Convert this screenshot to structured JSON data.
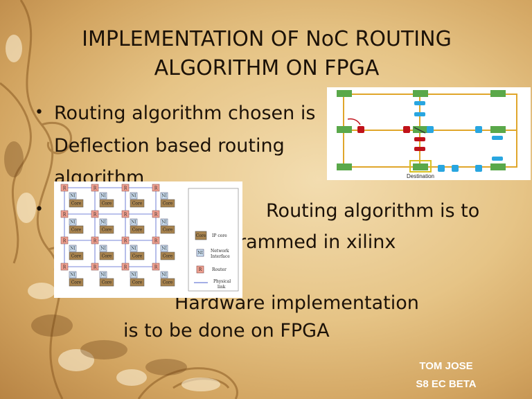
{
  "slide": {
    "title_line1": "IMPLEMENTATION OF NoC ROUTING",
    "title_line2": "ALGORITHM ON FPGA",
    "bullet_symbol": "•",
    "bullet1_line1": "Routing algorithm chosen is",
    "bullet1_line2": "Deflection based routing",
    "bullet1_line3": "algorithm",
    "bullet2_line1": "Routing algorithm is to",
    "bullet2_line2": "rammed in xilinx",
    "bullet3_line1": "Hardware implementation",
    "bullet3_line2": "is to be done on FPGA",
    "author_name": "TOM JOSE",
    "author_class": "S8 EC BETA"
  },
  "figure_network": {
    "destination_label": "Destination"
  },
  "figure_grid": {
    "router_label": "R",
    "ni_label": "NI",
    "core_label": "Core",
    "legend": {
      "ip_core": "IP core",
      "network_interface_line1": "Network",
      "network_interface_line2": "Interface",
      "router": "Router",
      "physical_link_line1": "Physical",
      "physical_link_line2": "link"
    }
  },
  "colors": {
    "text": "#1c1208",
    "router_green": "#5aa84a",
    "buffer_blue": "#29a6e0",
    "deflect_red": "#c0121a",
    "core_fill": "#a8834e",
    "router_fill": "#f0a090",
    "link_blue": "#4a5ccc"
  }
}
